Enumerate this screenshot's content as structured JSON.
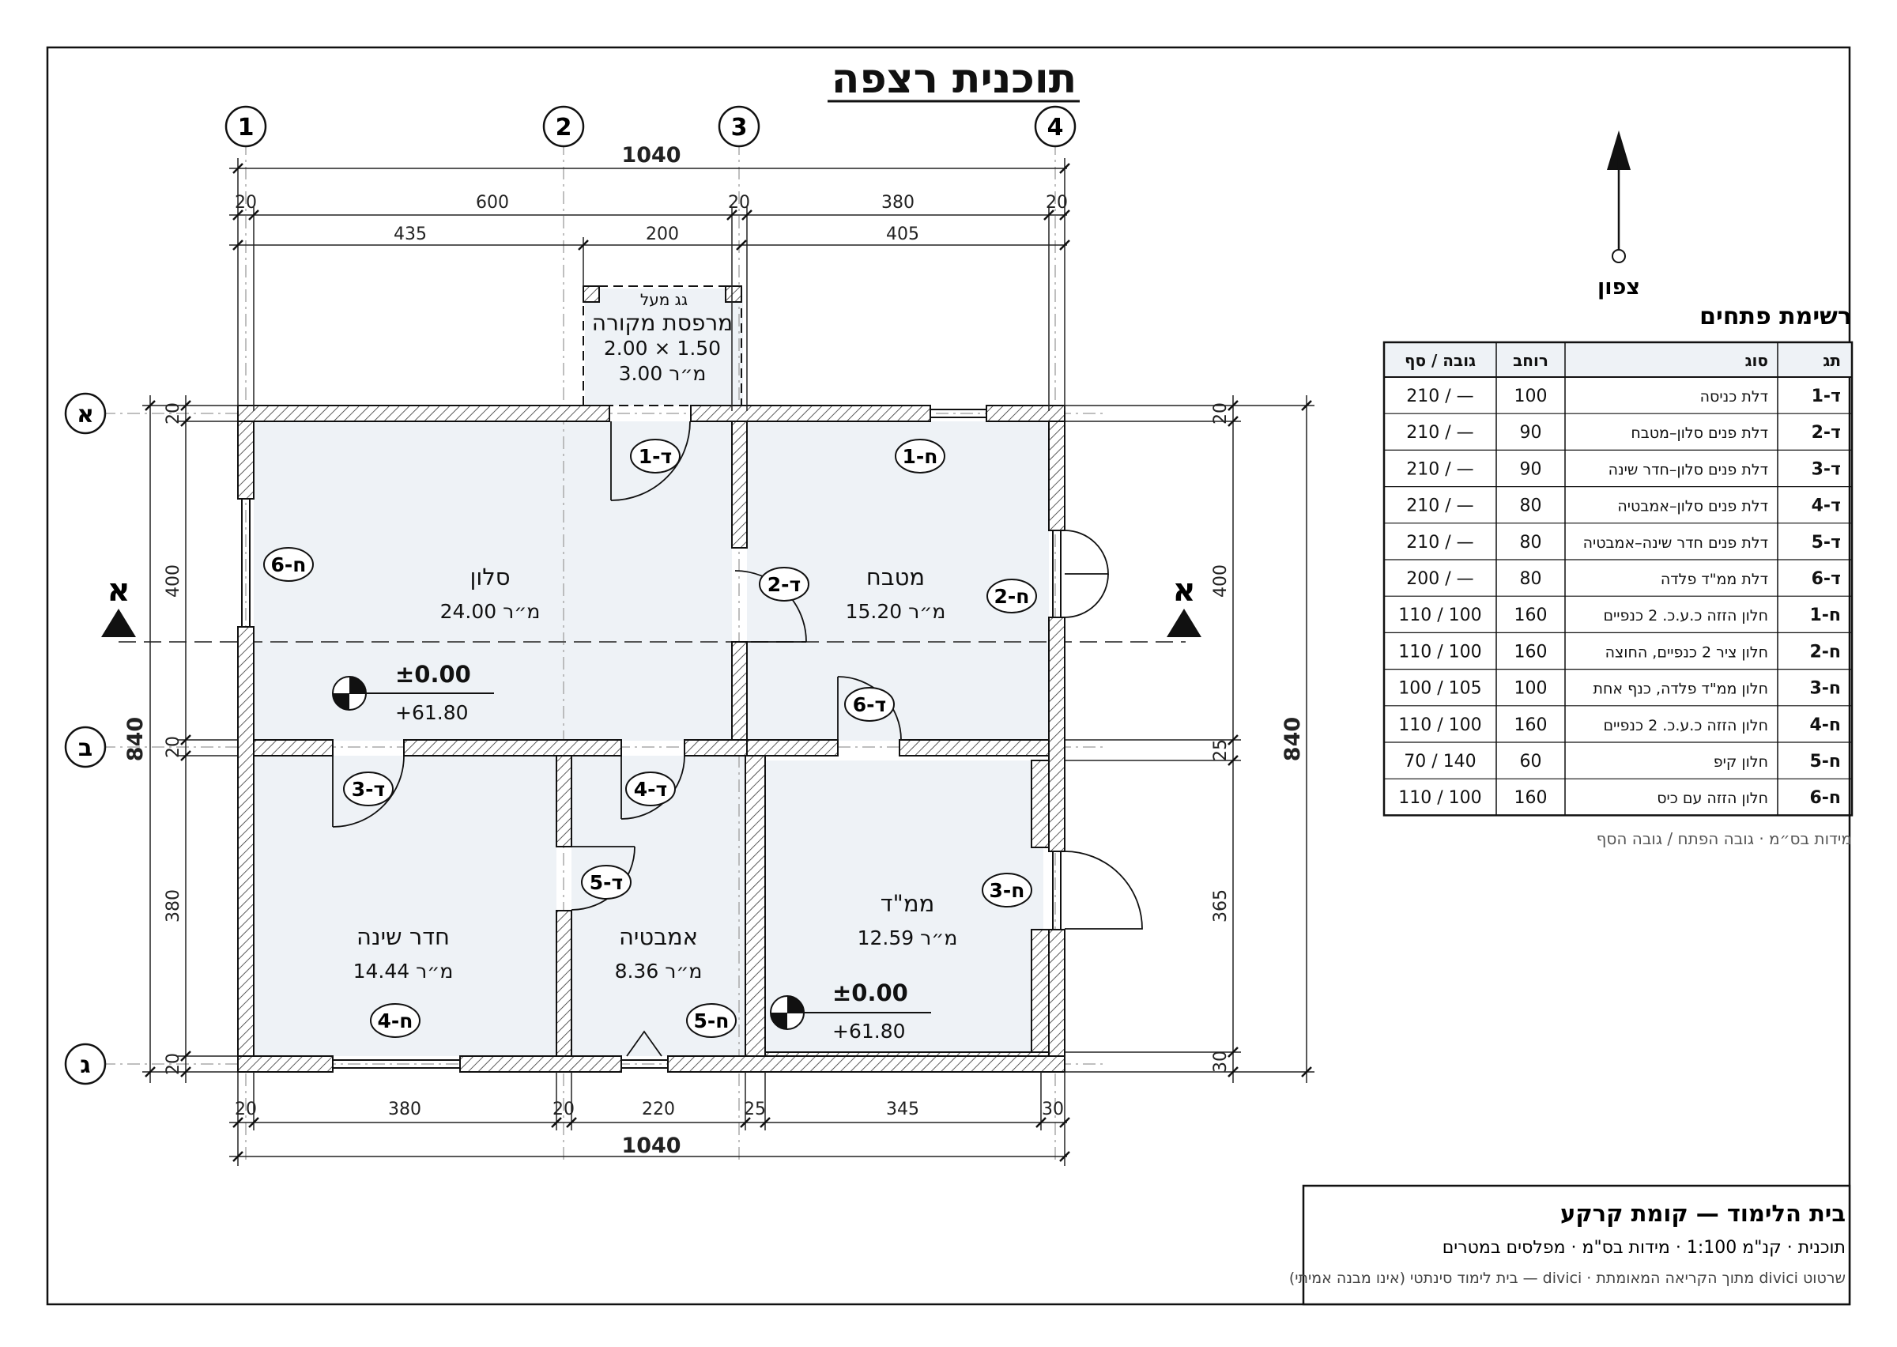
{
  "title": "תוכנית רצפה",
  "north": {
    "label": "צפון"
  },
  "grid_cols": [
    "1",
    "2",
    "3",
    "4"
  ],
  "grid_rows": [
    "א",
    "ב",
    "ג"
  ],
  "dims_top": {
    "overall": "1040",
    "row1": [
      "20",
      "600",
      "20",
      "380",
      "20"
    ],
    "row2": [
      "435",
      "200",
      "405"
    ]
  },
  "dims_bottom": {
    "overall": "1040",
    "row1": [
      "20",
      "380",
      "20",
      "220",
      "25",
      "345",
      "30"
    ]
  },
  "dims_left": {
    "overall": "840",
    "parts": [
      "20",
      "400",
      "20",
      "380",
      "20"
    ]
  },
  "dims_right": {
    "overall": "840",
    "parts": [
      "20",
      "400",
      "25",
      "365",
      "30"
    ]
  },
  "section_marks": [
    "א",
    "א"
  ],
  "balcony": {
    "note": "גג מעל",
    "name": "מרפסת מקורה",
    "size": "2.00 × 1.50",
    "area": "3.00 מ״ר"
  },
  "rooms": [
    {
      "name": "סלון",
      "area": "24.00 מ״ר"
    },
    {
      "name": "מטבח",
      "area": "15.20 מ״ר"
    },
    {
      "name": "חדר שינה",
      "area": "14.44 מ״ר"
    },
    {
      "name": "אמבטיה",
      "area": "8.36 מ״ר"
    },
    {
      "name": "ממ\"ד",
      "area": "12.59 מ״ר"
    }
  ],
  "levels": [
    {
      "level": "±0.00",
      "abs": "+61.80"
    },
    {
      "level": "±0.00",
      "abs": "+61.80"
    }
  ],
  "tags": [
    "ד-1",
    "ד-2",
    "ד-3",
    "ד-4",
    "ד-5",
    "ד-6",
    "ח-1",
    "ח-2",
    "ח-3",
    "ח-4",
    "ח-5",
    "ח-6"
  ],
  "schedule": {
    "title": "רשימת פתחים",
    "headers": [
      "תג",
      "סוג",
      "רוחב",
      "גובה / סף"
    ],
    "rows": [
      [
        "ד-1",
        "דלת כניסה",
        "100",
        "210 / —"
      ],
      [
        "ד-2",
        "דלת פנים סלון–מטבח",
        "90",
        "210 / —"
      ],
      [
        "ד-3",
        "דלת פנים סלון–חדר שינה",
        "90",
        "210 / —"
      ],
      [
        "ד-4",
        "דלת פנים סלון–אמבטיה",
        "80",
        "210 / —"
      ],
      [
        "ד-5",
        "דלת פנים חדר שינה–אמבטיה",
        "80",
        "210 / —"
      ],
      [
        "ד-6",
        "דלת ממ\"ד פלדה",
        "80",
        "200 / —"
      ],
      [
        "ח-1",
        "חלון הזזה כ.ע.כ. 2 כנפיים",
        "160",
        "110 / 100"
      ],
      [
        "ח-2",
        "חלון ציר 2 כנפיים, החוצה",
        "160",
        "110 / 100"
      ],
      [
        "ח-3",
        "חלון ממ\"ד פלדה, כנף אחת",
        "100",
        "100 / 105"
      ],
      [
        "ח-4",
        "חלון הזזה כ.ע.כ. 2 כנפיים",
        "160",
        "110 / 100"
      ],
      [
        "ח-5",
        "חלון קיפ",
        "60",
        "70 / 140"
      ],
      [
        "ח-6",
        "חלון הזזה עם כיס",
        "160",
        "110 / 100"
      ]
    ],
    "note": "מידות בס״מ · גובה הפתח / גובה הסף"
  },
  "title_block": {
    "title": "בית הלימוד — קומת קרקע",
    "subtitle": "תוכנית · קנ\"מ 1:100 · מידות בס\"מ · מפלסים במטרים",
    "credit": "בית לימוד סינתטי (אינו מבנה אמיתי) — divici · מתוך הקריאה המאומתת divici שרטוט"
  },
  "colors": {
    "room_fill": "#eef2f6",
    "hatch": "#333333",
    "line": "#111111",
    "axis": "#999999"
  }
}
